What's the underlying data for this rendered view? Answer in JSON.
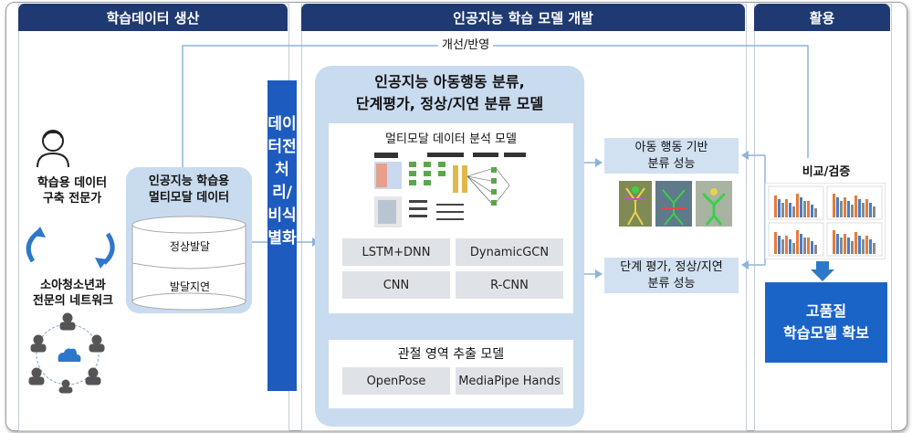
{
  "headers": {
    "left": "학습데이터 생산",
    "middle": "인공지능 학습 모델 개발",
    "right": "활용"
  },
  "feedback_label": "개선/반영",
  "left": {
    "expert_label": "학습용 데이터\n구축 전문가",
    "network_label": "소아청소년과\n전문의 네트워크",
    "data_box_title": "인공지능 학습용\n멀티모달 데이터",
    "cylinder_top": "정상발달",
    "cylinder_bottom": "발달지연"
  },
  "preprocess_bar": "데이터전처리/비식별화",
  "middle": {
    "title": "인공지능 아동행동 분류,\n단계평가, 정상/지연 분류 모델",
    "multimodal_title": "멀티모달 데이터 분석 모델",
    "models": [
      "LSTM+DNN",
      "DynamicGCN",
      "CNN",
      "R-CNN"
    ],
    "joint_title": "관절 영역 추출 모델",
    "joint_models": [
      "OpenPose",
      "MediaPipe  Hands"
    ]
  },
  "results": {
    "behavior": "아동 행동 기반\n분류 성능",
    "stage": "단계 평가, 정상/지연\n분류 성능"
  },
  "right": {
    "compare_label": "비교/검증",
    "outcome": "고품질\n학습모델 확보"
  },
  "colors": {
    "header_bg": "#1f3a72",
    "bar_blue": "#1e5bbf",
    "light_blue": "#c9dbef",
    "outcome_blue": "#1a64c8"
  }
}
